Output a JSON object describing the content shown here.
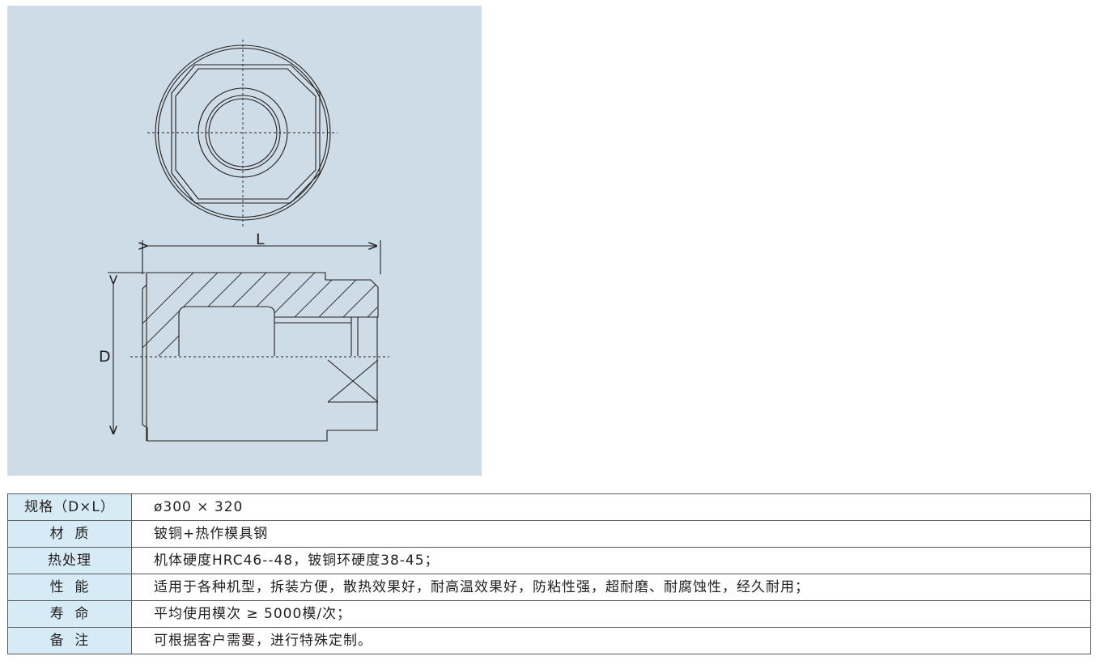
{
  "drawing": {
    "length_label": "L",
    "diameter_label": "D"
  },
  "spec_table": [
    {
      "label": "规格（D×L）",
      "value": "ø300 × 320"
    },
    {
      "label": "材  质",
      "value": "铍铜+热作模具钢"
    },
    {
      "label": "热处理",
      "value": "机体硬度HRC46--48，铍铜环硬度38-45；"
    },
    {
      "label": "性  能",
      "value": "适用于各种机型，拆装方便，散热效果好，耐高温效果好，防粘性强，超耐磨、耐腐蚀性，经久耐用；"
    },
    {
      "label": "寿  命",
      "value": "平均使用模次 ≥ 5000模/次；"
    },
    {
      "label": "备  注",
      "value": "可根据客户需要，进行特殊定制。"
    }
  ]
}
